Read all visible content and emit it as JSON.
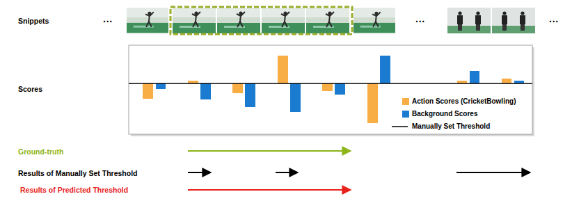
{
  "diagram": {
    "labels": [
      "Snippets",
      "···",
      "···",
      "···",
      "Scores",
      "Ground-truth",
      "Results of Manually Set Threshold",
      "Results of Predicted Threshold"
    ],
    "legend": [
      {
        "text": "Action Scores (CricketBowling)",
        "color": "#f9ae45"
      },
      {
        "text": "Background Scores",
        "color": "#1a7bd0"
      },
      {
        "text": "Manually Set Threshold"
      }
    ]
  }
}
